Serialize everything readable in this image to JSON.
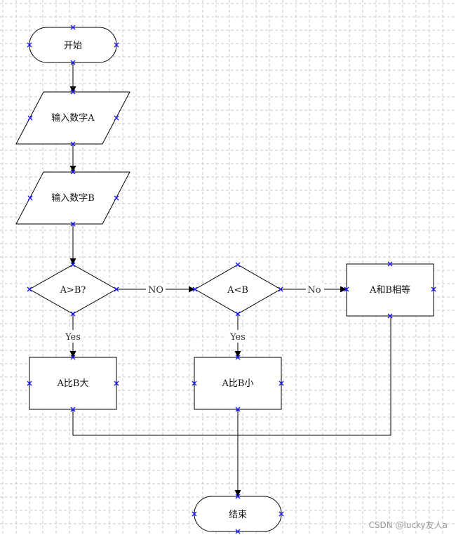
{
  "nodes": {
    "start": "开始",
    "input_a": "输入数字A",
    "input_b": "输入数字B",
    "decision_a_gt_b": "A>B?",
    "decision_a_lt_b": "A<B",
    "equal": "A和B相等",
    "a_bigger": "A比B大",
    "a_smaller": "A比B小",
    "end": "结束"
  },
  "edges": {
    "gt_no": "NO",
    "gt_yes": "Yes",
    "lt_no": "No",
    "lt_yes": "Yes"
  },
  "watermark": "CSDN @lucky友人a",
  "colors": {
    "grid": "#c9c9c9",
    "port_marker": "#1a1aff",
    "stroke": "#000000"
  }
}
